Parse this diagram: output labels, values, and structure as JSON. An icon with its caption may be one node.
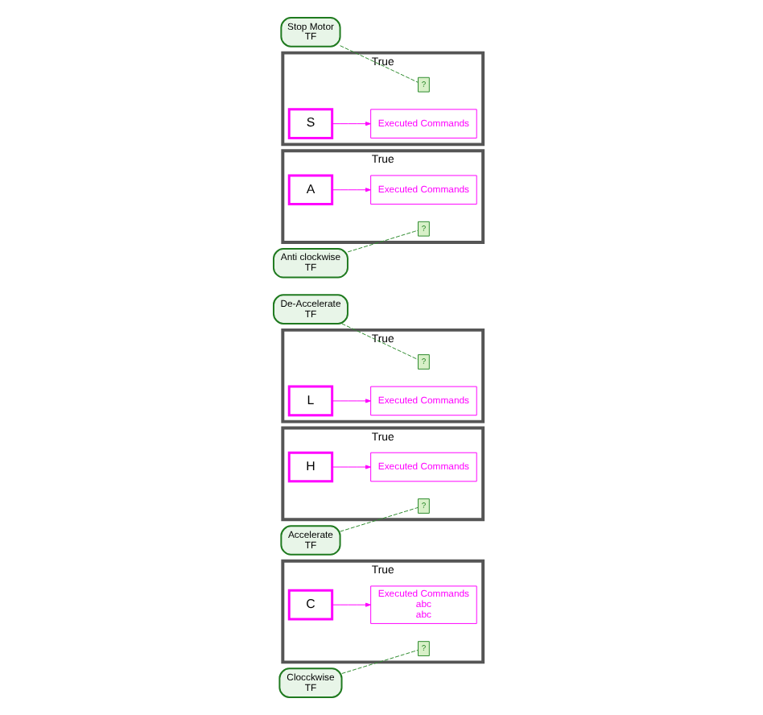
{
  "diagram": {
    "nodes": [
      {
        "text": [
          "True"
        ]
      },
      {
        "text": [
          "Clocckwise",
          "TF"
        ]
      },
      {
        "text": [
          "?"
        ],
        "in": 0
      },
      {
        "text": [
          "C"
        ],
        "in": 0
      },
      {
        "text": [
          "Executed Commands",
          "abc",
          "abc"
        ],
        "in": 0
      },
      {
        "text": [
          "True"
        ]
      },
      {
        "text": [
          "?"
        ],
        "in": 5
      },
      {
        "text": [
          "H"
        ],
        "in": 5
      },
      {
        "text": [
          "Executed Commands"
        ],
        "in": 5
      },
      {
        "text": [
          "Accelerate",
          "TF"
        ]
      },
      {
        "text": [
          "De-Accelerate",
          "TF"
        ]
      },
      {
        "text": [
          "True"
        ]
      },
      {
        "text": [
          "Anti clockwise",
          "TF"
        ]
      },
      {
        "text": [
          "?"
        ],
        "in": 11
      },
      {
        "text": [
          "A"
        ],
        "in": 11
      },
      {
        "text": [
          "Executed Commands"
        ],
        "in": 11
      },
      {
        "text": [
          "True"
        ]
      },
      {
        "text": [
          "?"
        ],
        "in": 16
      },
      {
        "text": [
          "L"
        ],
        "in": 16
      },
      {
        "text": [
          "Executed Commands"
        ],
        "in": 16
      },
      {
        "text": [
          "Stop Motor",
          "TF"
        ]
      },
      {
        "text": [
          "True"
        ]
      },
      {
        "text": [
          "?"
        ],
        "in": 21
      },
      {
        "text": [
          "S"
        ],
        "in": 21
      },
      {
        "text": [
          "Executed Commands"
        ],
        "in": 21
      }
    ],
    "edges": [
      {
        "from": 1,
        "to": 2,
        "arrow": "none",
        "style": "dashed",
        "color": "#2e8b2e"
      },
      {
        "from": 3,
        "to": 4,
        "arrow": "to",
        "color": "#ff00ff"
      },
      {
        "from": 9,
        "to": 6,
        "arrow": "none",
        "style": "dashed",
        "color": "#2e8b2e"
      },
      {
        "from": 7,
        "to": 8,
        "arrow": "to",
        "color": "#ff00ff"
      },
      {
        "from": 12,
        "to": 13,
        "arrow": "none",
        "style": "dashed",
        "color": "#2e8b2e"
      },
      {
        "from": 14,
        "to": 15,
        "arrow": "to",
        "color": "#ff00ff"
      },
      {
        "from": 10,
        "to": 17,
        "arrow": "none",
        "style": "dashed",
        "color": "#2e8b2e"
      },
      {
        "from": 18,
        "to": 19,
        "arrow": "to",
        "color": "#ff00ff"
      },
      {
        "from": 20,
        "to": 22,
        "arrow": "none",
        "style": "dashed",
        "color": "#2e8b2e"
      },
      {
        "from": 23,
        "to": 24,
        "arrow": "to",
        "color": "#ff00ff"
      }
    ]
  }
}
